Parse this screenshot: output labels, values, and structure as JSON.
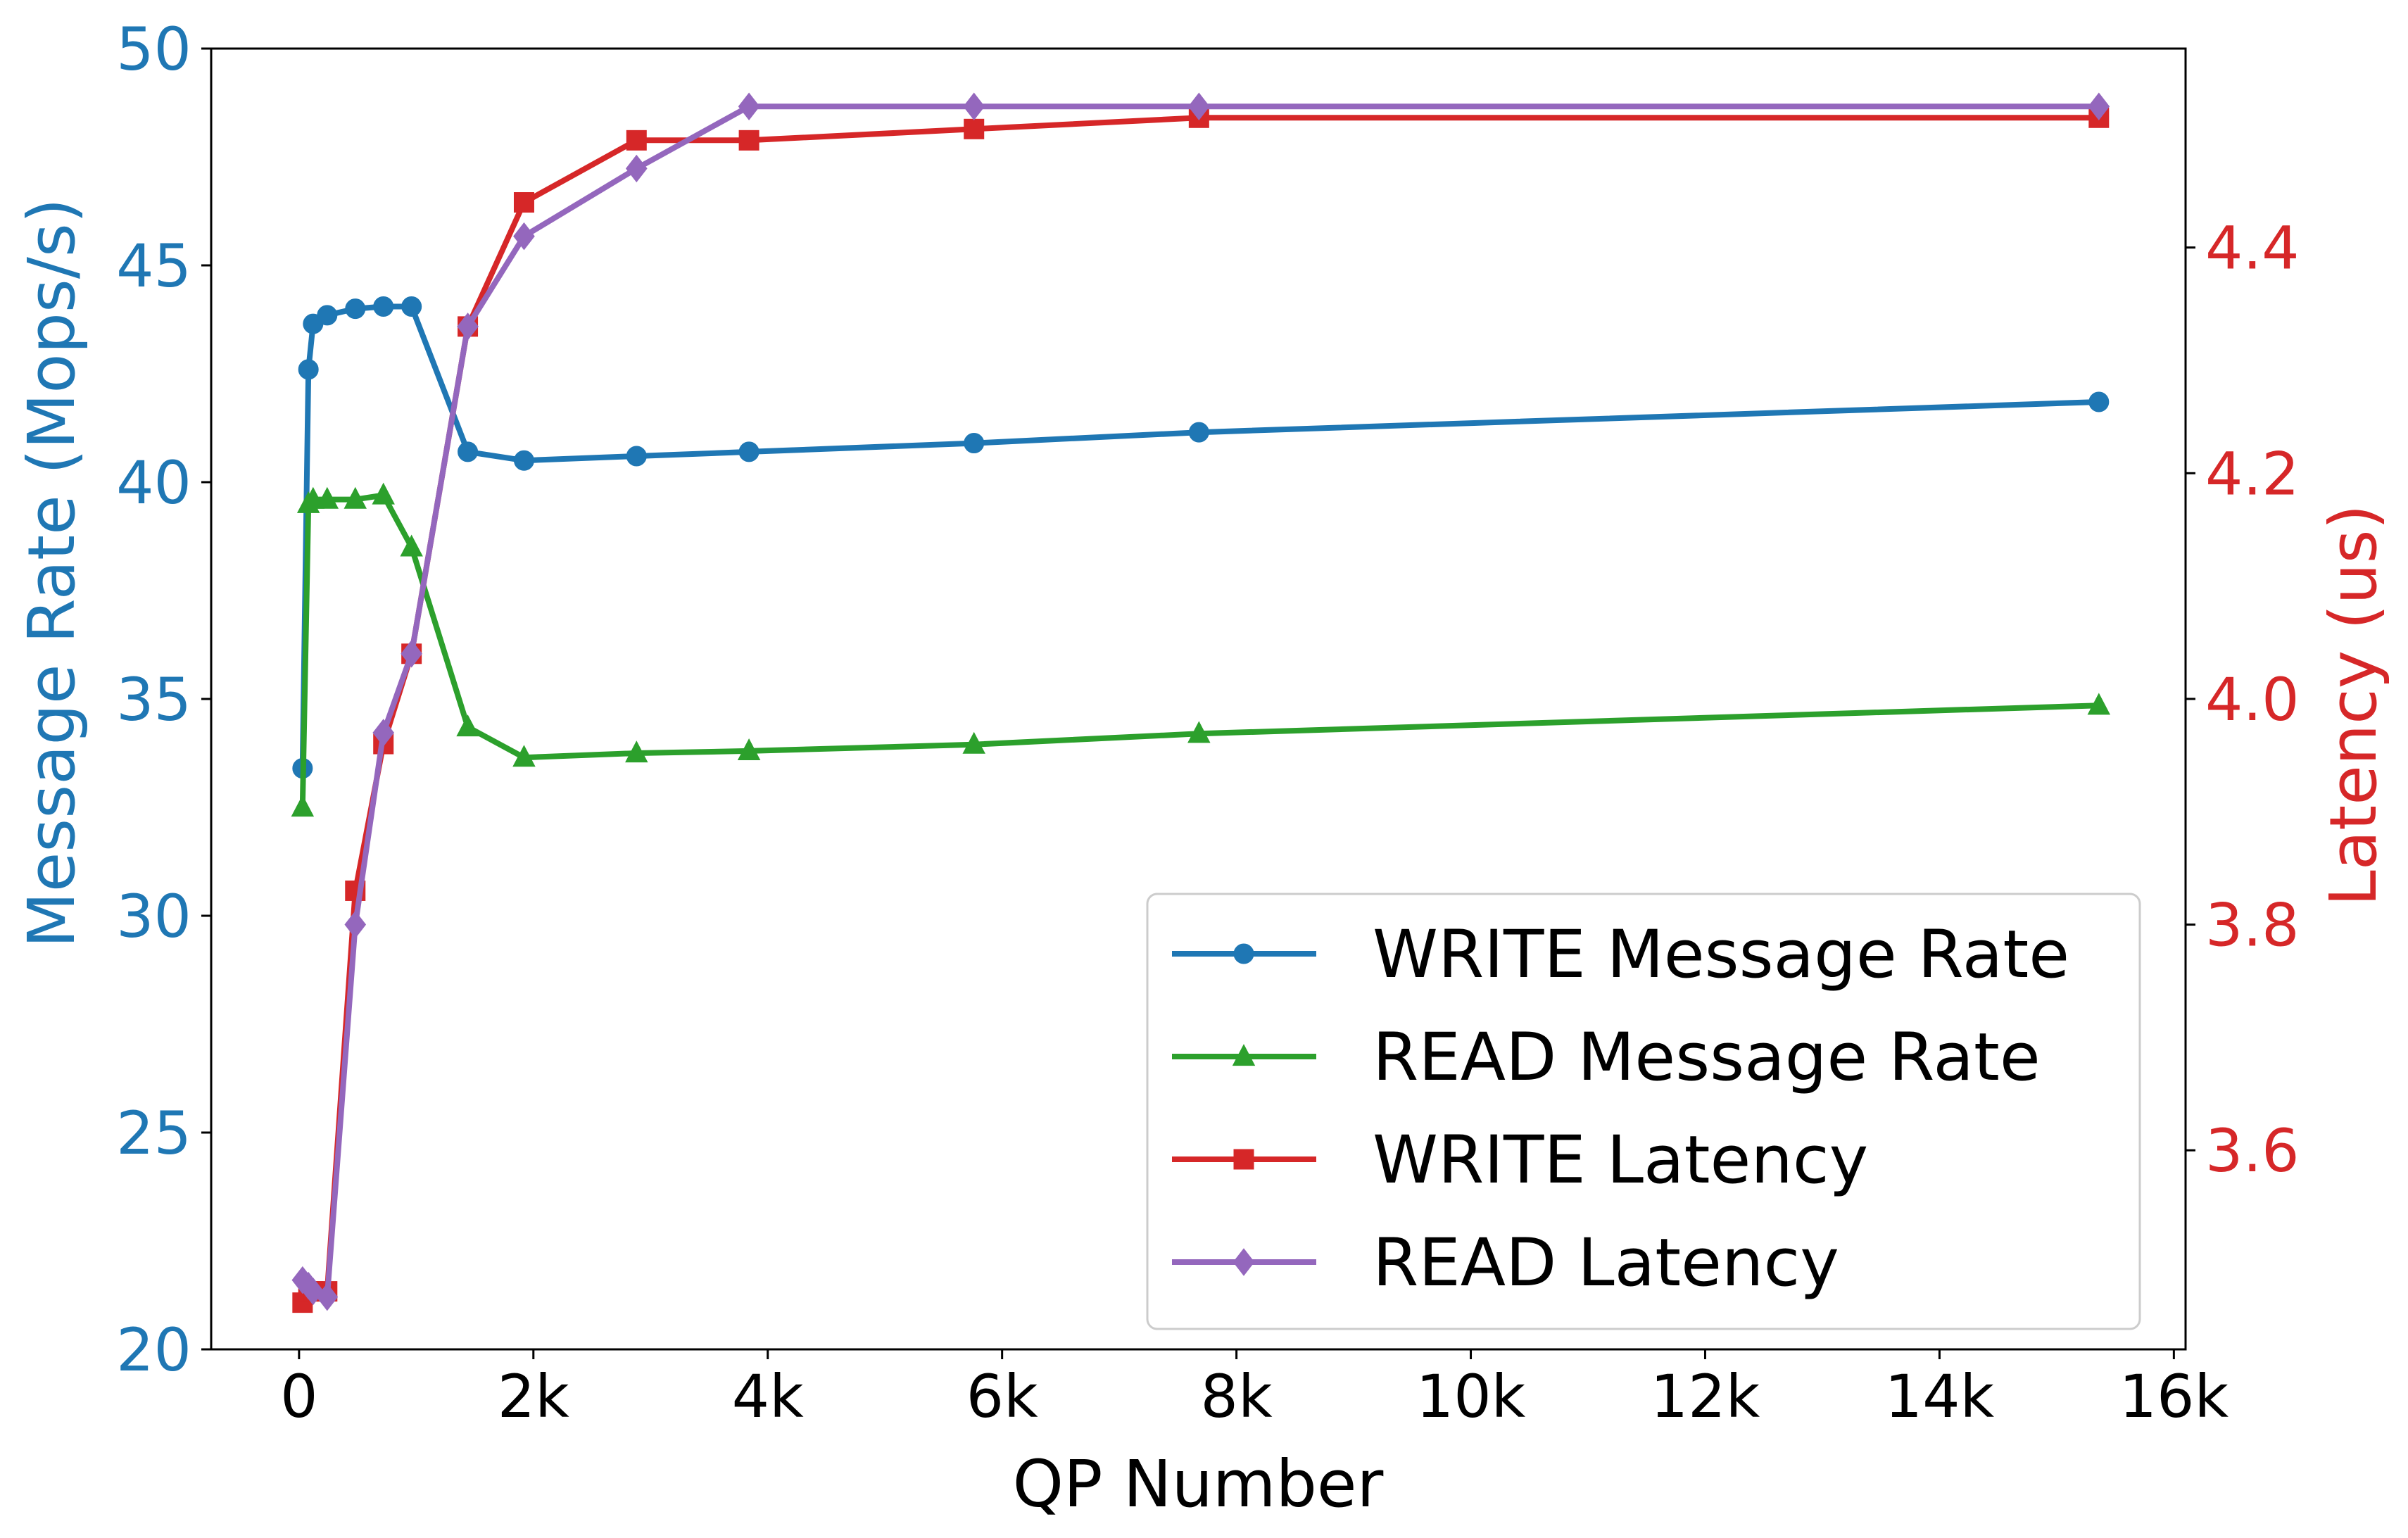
{
  "chart_data": {
    "type": "line",
    "title": "",
    "xlabel": "QP Number",
    "ylabel_left": "Message Rate (Mops/s)",
    "ylabel_right": "Latency (us)",
    "xlim": [
      -750,
      16100
    ],
    "ylim_left": [
      20,
      50
    ],
    "ylim_right": [
      3.4236,
      4.5763
    ],
    "x_ticks": [
      0,
      2000,
      4000,
      6000,
      8000,
      10000,
      12000,
      14000,
      16000
    ],
    "x_tick_labels": [
      "0",
      "2k",
      "4k",
      "6k",
      "8k",
      "10k",
      "12k",
      "14k",
      "16k"
    ],
    "y_left_ticks": [
      20,
      25,
      30,
      35,
      40,
      45,
      50
    ],
    "y_left_tick_labels": [
      "20",
      "25",
      "30",
      "35",
      "40",
      "45",
      "50"
    ],
    "y_right_ticks": [
      3.6,
      3.8,
      4.0,
      4.2,
      4.4
    ],
    "y_right_tick_labels": [
      "3.6",
      "3.8",
      "4.0",
      "4.2",
      "4.4"
    ],
    "grid": false,
    "legend_position": "bottom-right",
    "x": [
      30,
      80,
      120,
      240,
      480,
      720,
      960,
      1440,
      1920,
      2880,
      3840,
      5760,
      7680,
      15360
    ],
    "series": [
      {
        "name": "WRITE Message Rate",
        "axis": "left",
        "marker": "circle",
        "color": "#1f77b4",
        "values": [
          33.4,
          42.6,
          43.65,
          43.85,
          44.0,
          44.05,
          44.05,
          40.7,
          40.5,
          40.6,
          40.7,
          40.9,
          41.15,
          41.85
        ]
      },
      {
        "name": "READ Message Rate",
        "axis": "left",
        "marker": "triangle",
        "color": "#2ca02c",
        "values": [
          32.5,
          39.5,
          39.6,
          39.6,
          39.6,
          39.7,
          38.5,
          34.35,
          33.65,
          33.75,
          33.8,
          33.95,
          34.2,
          34.85
        ]
      },
      {
        "name": "WRITE Latency",
        "axis": "right",
        "marker": "square",
        "color": "#d62728",
        "values": [
          3.465,
          3.475,
          3.475,
          3.475,
          3.83,
          3.96,
          4.04,
          4.33,
          4.44,
          4.495,
          4.495,
          4.505,
          4.515,
          4.515
        ]
      },
      {
        "name": "READ Latency",
        "axis": "right",
        "marker": "diamond",
        "color": "#9467bd",
        "values": [
          3.485,
          3.48,
          3.475,
          3.47,
          3.8,
          3.97,
          4.04,
          4.33,
          4.41,
          4.47,
          4.525,
          4.525,
          4.525,
          4.525
        ]
      }
    ]
  }
}
